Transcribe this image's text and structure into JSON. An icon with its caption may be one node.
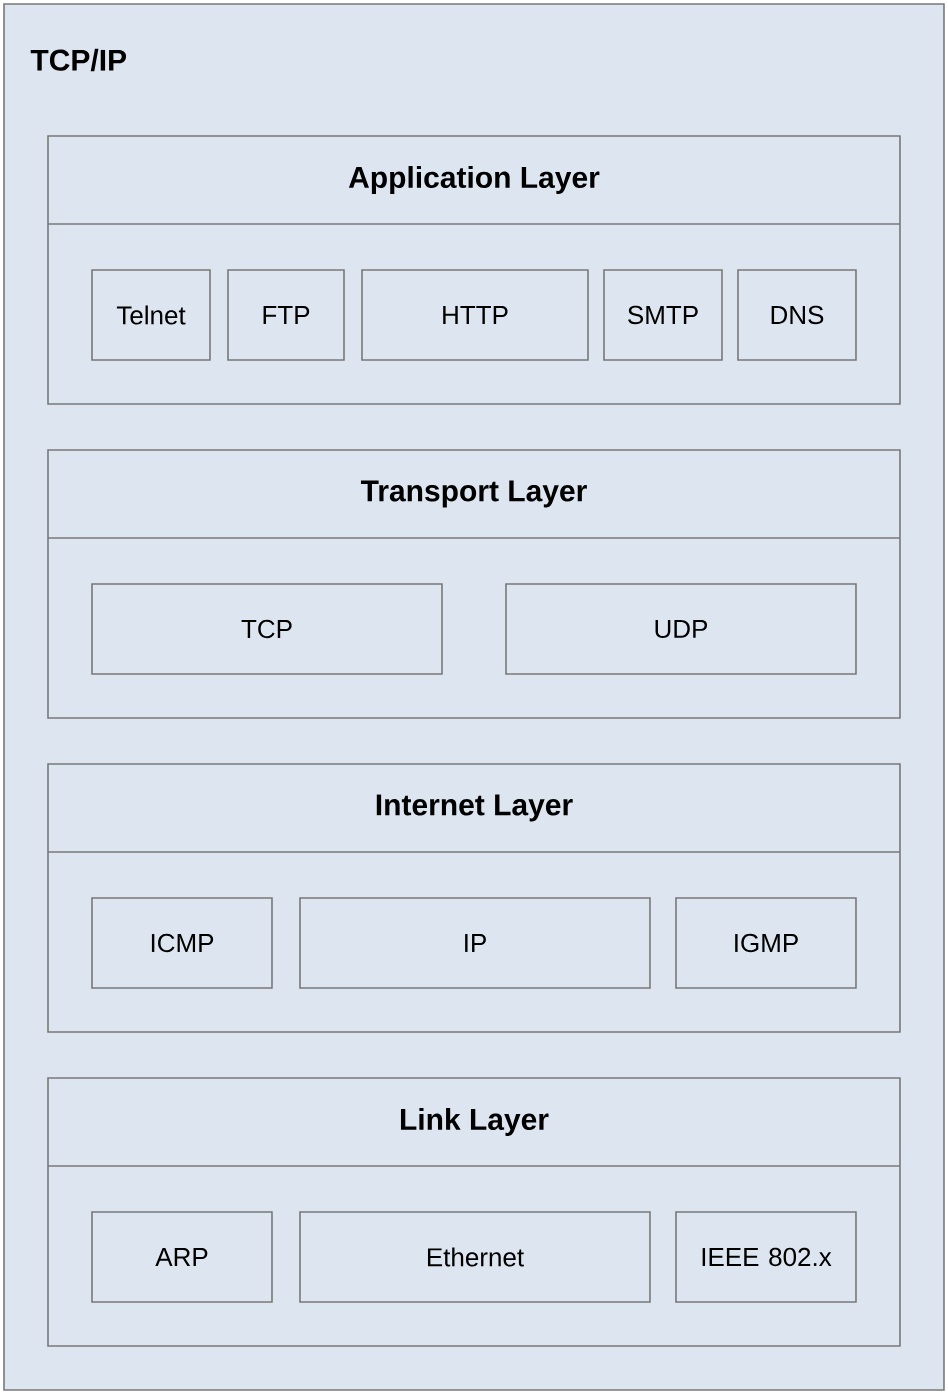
{
  "diagram": {
    "nodes": [
      {
        "text": [
          "TCP/IP"
        ]
      },
      {
        "text": [
          "Application Layer"
        ],
        "in": 0
      },
      {
        "text": [
          "Telnet"
        ],
        "in": 1
      },
      {
        "text": [
          "FTP"
        ],
        "in": 1
      },
      {
        "text": [
          "HTTP"
        ],
        "in": 1
      },
      {
        "text": [
          "SMTP"
        ],
        "in": 1
      },
      {
        "text": [
          "DNS"
        ],
        "in": 1
      },
      {
        "text": [
          "Transport Layer"
        ],
        "in": 0
      },
      {
        "text": [
          "TCP"
        ],
        "in": 7
      },
      {
        "text": [
          "UDP"
        ],
        "in": 7
      },
      {
        "text": [
          "Internet Layer"
        ],
        "in": 0
      },
      {
        "text": [
          "ICMP"
        ],
        "in": 10
      },
      {
        "text": [
          "IP"
        ],
        "in": 10
      },
      {
        "text": [
          "IGMP"
        ],
        "in": 10
      },
      {
        "text": [
          "Link Layer"
        ],
        "in": 0
      },
      {
        "text": [
          "ARP"
        ],
        "in": 14
      },
      {
        "text": [
          "Ethernet"
        ],
        "in": 14
      },
      {
        "text": [
          "IEEE 802.x"
        ],
        "in": 14
      }
    ]
  }
}
